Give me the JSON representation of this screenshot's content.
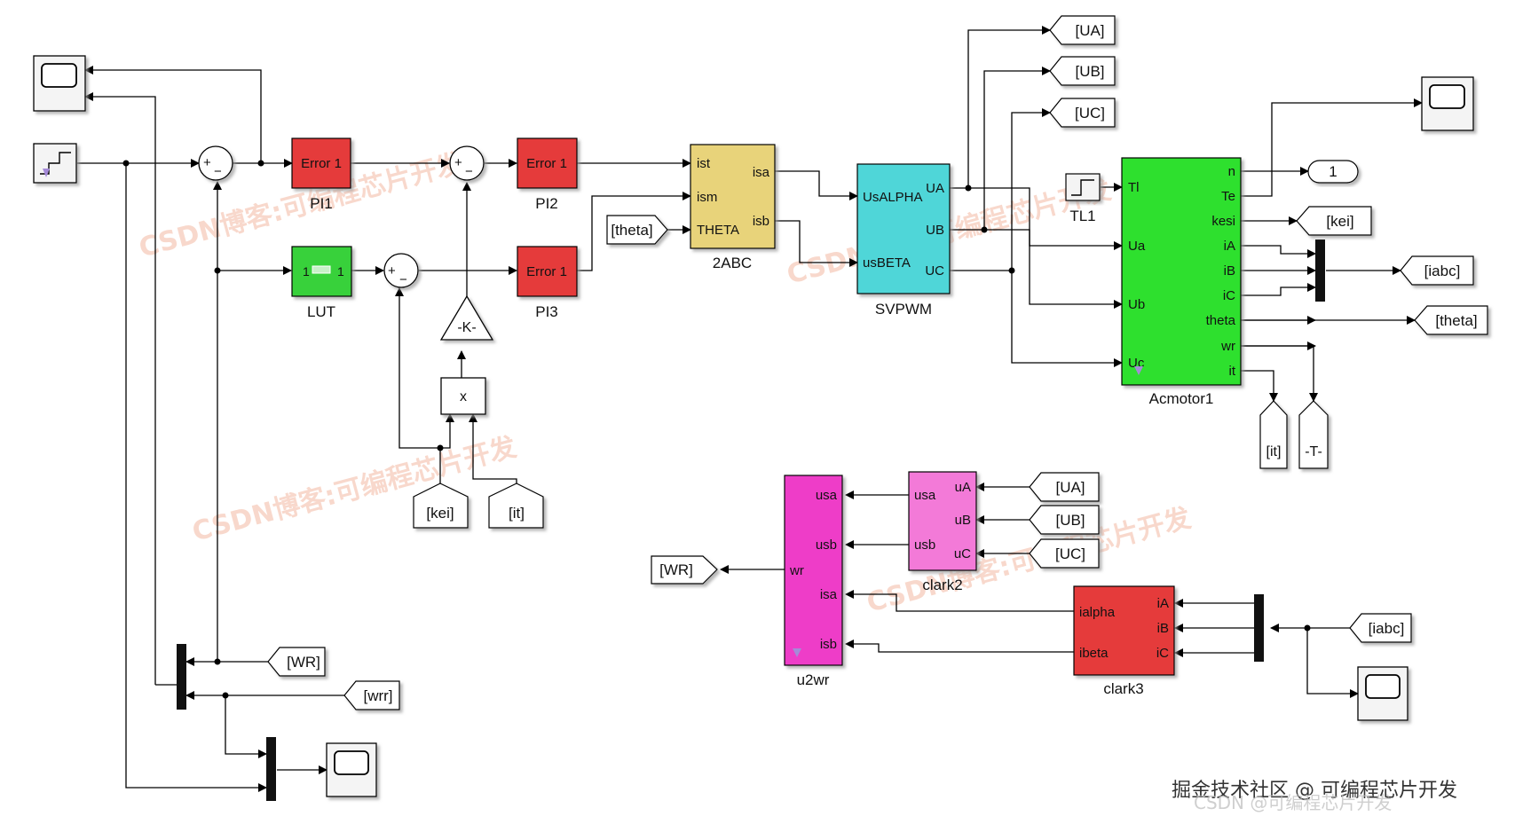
{
  "blocks": {
    "pi1": {
      "inner": "Error 1",
      "name": "PI1",
      "color": "#e53a3a"
    },
    "pi2": {
      "inner": "Error 1",
      "name": "PI2",
      "color": "#e53a3a"
    },
    "pi3": {
      "inner": "Error 1",
      "name": "PI3",
      "color": "#e53a3a"
    },
    "lut": {
      "inner_left": "1",
      "inner_right": "1",
      "name": "LUT",
      "color": "#39d13a"
    },
    "gain": {
      "label": "-K-"
    },
    "product": {
      "label": "x"
    },
    "abc2": {
      "name": "2ABC",
      "in1": "ist",
      "in2": "ism",
      "in3": "THETA",
      "out1": "isa",
      "out2": "isb",
      "color": "#e8d37a"
    },
    "svpwm": {
      "name": "SVPWM",
      "in1": "UsALPHA",
      "in2": "usBETA",
      "out1": "UA",
      "out2": "UB",
      "out3": "UC",
      "color": "#4fd6d8"
    },
    "motor": {
      "name": "Acmotor1",
      "in1": "Tl",
      "in2": "Ua",
      "in3": "Ub",
      "in4": "Uc",
      "outs": [
        "n",
        "Te",
        "kesi",
        "iA",
        "iB",
        "iC",
        "theta",
        "wr",
        "it"
      ],
      "color": "#2ee02e"
    },
    "tl1": {
      "name": "TL1"
    },
    "u2wr": {
      "name": "u2wr",
      "ports": [
        "usa",
        "usb",
        "wr",
        "isa",
        "isb"
      ],
      "color": "#ee3dc8"
    },
    "clark2": {
      "name": "clark2",
      "in1": "usa",
      "in2": "usb",
      "out1": "uA",
      "out2": "uB",
      "out3": "uC",
      "color": "#f37ad8"
    },
    "clark3": {
      "name": "clark3",
      "in1": "ialpha",
      "in2": "ibeta",
      "out1": "iA",
      "out2": "iB",
      "out3": "iC",
      "color": "#e53a3a"
    }
  },
  "tags": {
    "ua": "[UA]",
    "ub": "[UB]",
    "uc": "[UC]",
    "out1": "1",
    "kei": "[kei]",
    "iabc": "[iabc]",
    "theta": "[theta]",
    "it": "[it]",
    "t": "-T-",
    "theta_in": "[theta]",
    "kei_in": "[kei]",
    "it_in": "[it]",
    "wr_in": "[WR]",
    "wrr_in": "[wrr]",
    "ua_in": "[UA]",
    "ub_in": "[UB]",
    "uc_in": "[UC]",
    "wr_out": "[WR]",
    "iabc_in": "[iabc]"
  },
  "signs": {
    "plus": "+",
    "minus": "−"
  },
  "watermarks": [
    "CSDN博客:可编程芯片开发",
    "CSDN博客:可编程芯片开发",
    "CSDN博客:可编程芯片开发",
    "CSDN博客:可编程芯片开发"
  ],
  "footer": {
    "text": "掘金技术社区 @ 可编程芯片开发",
    "sub": "CSDN @可编程芯片开发"
  }
}
